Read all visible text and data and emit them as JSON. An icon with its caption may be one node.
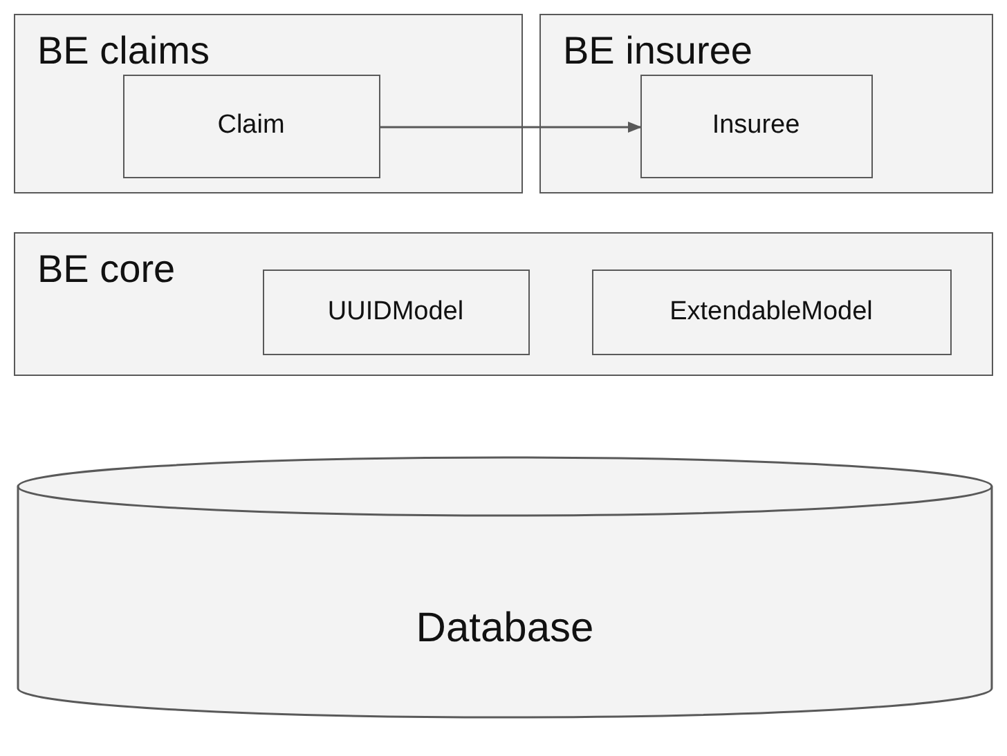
{
  "diagram": {
    "nodes": [
      {
        "text": [
          "BE claims"
        ]
      },
      {
        "text": [
          "Claim"
        ],
        "in": 0
      },
      {
        "text": [
          "BE insuree"
        ]
      },
      {
        "text": [
          "Insuree"
        ],
        "in": 2
      },
      {
        "text": [
          "BE core"
        ]
      },
      {
        "text": [
          "UUIDModel"
        ],
        "in": 4
      },
      {
        "text": [
          "ExtendableModel"
        ],
        "in": 4
      },
      {
        "text": [
          "Database"
        ]
      }
    ],
    "edges": [
      {
        "from": 1,
        "to": 3,
        "arrow": "to"
      }
    ]
  }
}
